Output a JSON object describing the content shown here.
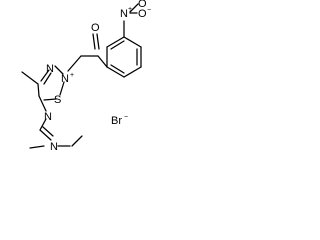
{
  "structure": {
    "atoms": {
      "ring_nitrogen_cationic": "N",
      "ring_nitrogen": "N",
      "ring_sulfur": "S",
      "carbonyl_oxygen": "O",
      "nitro_nitrogen": "N",
      "nitro_charge": "+",
      "nitro_oxygen_1": "O",
      "nitro_oxygen_2": "O",
      "nitro_oxygen_charge": "−",
      "imine_nitrogen": "N",
      "amine_nitrogen": "N"
    },
    "ring_charge": "+",
    "counterion": "Br",
    "counterion_charge": "−"
  },
  "colors": {
    "ink": "#000000",
    "background": "#ffffff"
  }
}
